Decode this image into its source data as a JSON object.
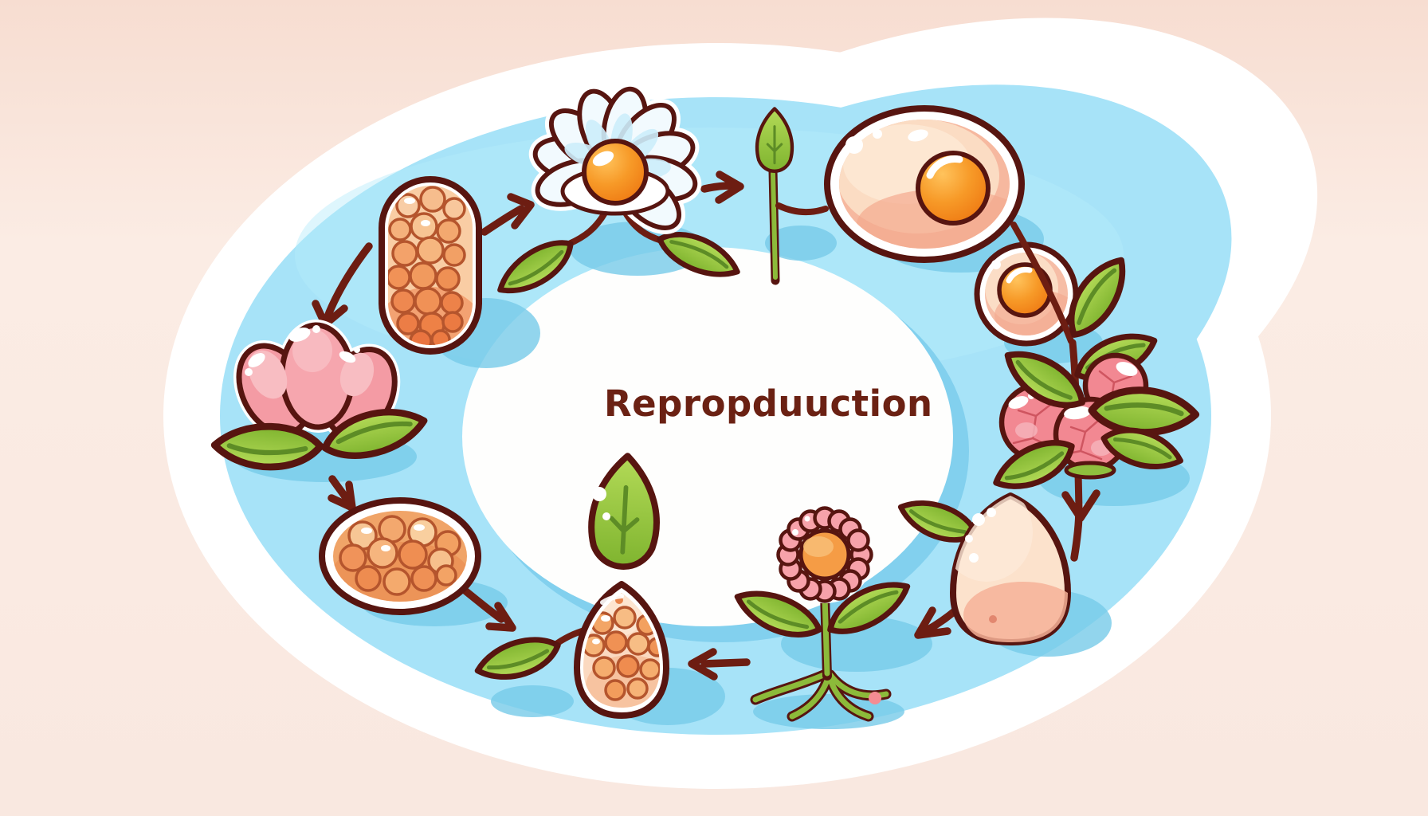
{
  "title": {
    "text": "Repropduuction"
  },
  "palette": {
    "background": "#f8e7de",
    "ring_white": "#ffffff",
    "ring_blue": "#a7e3f8",
    "shadow_blue": "#77cbe9",
    "outline_maroon": "#571510",
    "arrow_maroon": "#6d1d12",
    "title_text": "#6b2113",
    "accent_orange": "#f58220",
    "peach": "#fbdcc3",
    "seed_orange": "#f0925c",
    "leaf_green": "#8fc13d",
    "petal_pink": "#f49ba4",
    "berry_pink": "#f18892",
    "blossom_blue_white": "#eef8fe"
  },
  "diagram": {
    "type": "cycle",
    "stages": [
      {
        "id": "seed-capsule",
        "description": "pill-shaped capsule filled with orange seeds"
      },
      {
        "id": "white-blossom",
        "description": "white-blue flower with orange center and two leaves"
      },
      {
        "id": "green-bud",
        "description": "green bud on a stem"
      },
      {
        "id": "large-egg-cell",
        "description": "large peach cell with orange nucleus"
      },
      {
        "id": "small-egg-cell",
        "description": "small peach cell with orange nucleus"
      },
      {
        "id": "berry-cluster",
        "description": "pink berries nestled in green leaves"
      },
      {
        "id": "seed-egg",
        "description": "peach egg-shaped seed with a leaf"
      },
      {
        "id": "seedling-with-roots",
        "description": "pink flower seedling with leaves and roots"
      },
      {
        "id": "seed-pod",
        "description": "teardrop pod holding orange seeds, topped by a leaf"
      },
      {
        "id": "seed-tray",
        "description": "oval tray filled with orange seeds"
      },
      {
        "id": "pink-bud-flower",
        "description": "three pink buds cradled by leaves"
      }
    ],
    "arrows": [
      {
        "from": "seed-capsule",
        "to": "white-blossom"
      },
      {
        "from": "seed-capsule",
        "to": "pink-bud-flower"
      },
      {
        "from": "white-blossom",
        "to": "green-bud"
      },
      {
        "from": "berry-cluster",
        "to": "seed-egg"
      },
      {
        "from": "seed-egg",
        "to": "seedling-with-roots"
      },
      {
        "from": "seedling-with-roots",
        "to": "seed-pod"
      },
      {
        "from": "seed-tray",
        "to": "seed-pod"
      },
      {
        "from": "pink-bud-flower",
        "to": "seed-tray"
      }
    ]
  }
}
